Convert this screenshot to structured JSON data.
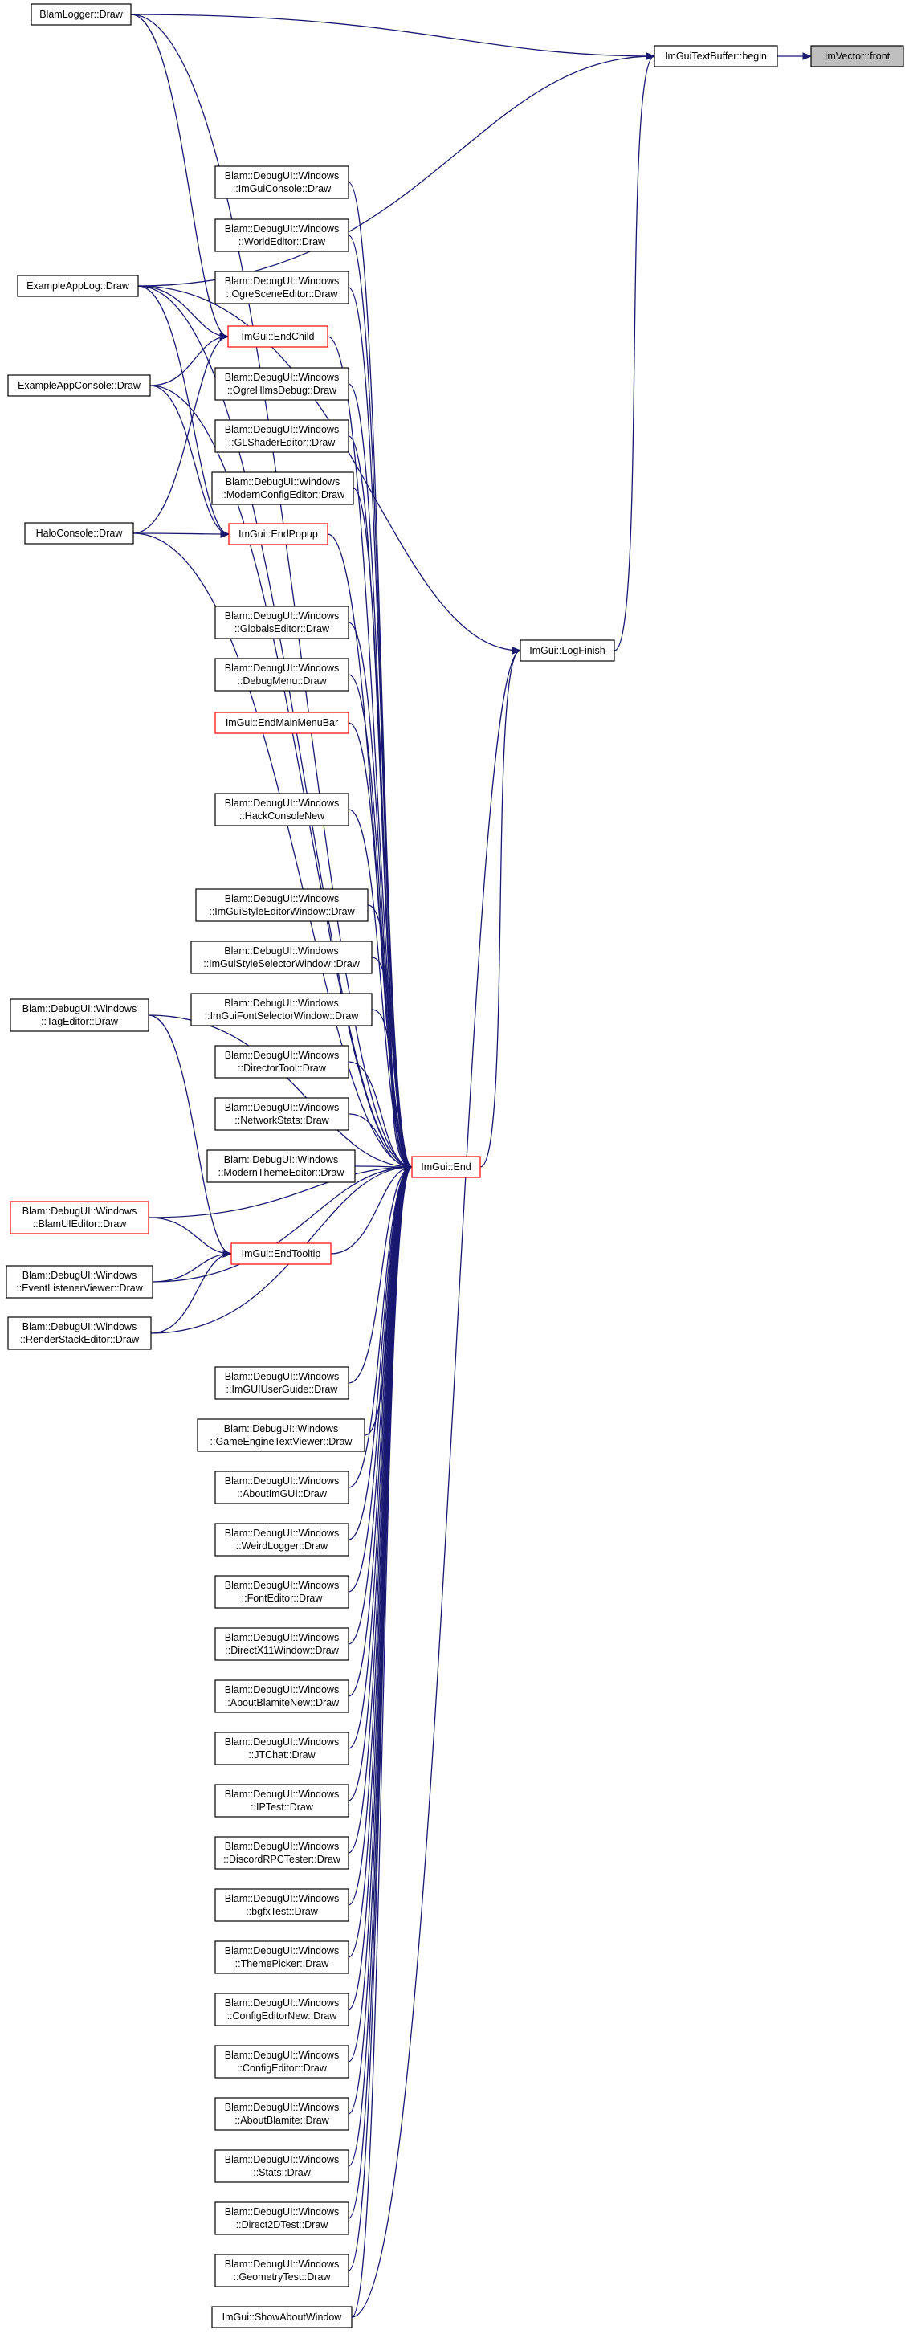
{
  "nodes": [
    {
      "id": "vecfront",
      "lines": [
        "ImVector::front"
      ],
      "style": "target"
    },
    {
      "id": "tbbegin",
      "lines": [
        "ImGuiTextBuffer::begin"
      ],
      "style": "normal"
    },
    {
      "id": "logfinish",
      "lines": [
        "ImGui::LogFinish"
      ],
      "style": "normal"
    },
    {
      "id": "end",
      "lines": [
        "ImGui::End"
      ],
      "style": "red"
    },
    {
      "id": "blamlogger",
      "lines": [
        "BlamLogger::Draw"
      ],
      "style": "normal"
    },
    {
      "id": "exapplog",
      "lines": [
        "ExampleAppLog::Draw"
      ],
      "style": "normal"
    },
    {
      "id": "exappconsole",
      "lines": [
        "ExampleAppConsole::Draw"
      ],
      "style": "normal"
    },
    {
      "id": "haloconsole",
      "lines": [
        "HaloConsole::Draw"
      ],
      "style": "normal"
    },
    {
      "id": "tageditor",
      "lines": [
        "Blam::DebugUI::Windows",
        "::TagEditor::Draw"
      ],
      "style": "normal"
    },
    {
      "id": "blamuieditor",
      "lines": [
        "Blam::DebugUI::Windows",
        "::BlamUIEditor::Draw"
      ],
      "style": "red"
    },
    {
      "id": "eventlistener",
      "lines": [
        "Blam::DebugUI::Windows",
        "::EventListenerViewer::Draw"
      ],
      "style": "normal"
    },
    {
      "id": "renderstack",
      "lines": [
        "Blam::DebugUI::Windows",
        "::RenderStackEditor::Draw"
      ],
      "style": "normal"
    },
    {
      "id": "imguiconsole",
      "lines": [
        "Blam::DebugUI::Windows",
        "::ImGuiConsole::Draw"
      ],
      "style": "normal"
    },
    {
      "id": "worldeditor",
      "lines": [
        "Blam::DebugUI::Windows",
        "::WorldEditor::Draw"
      ],
      "style": "normal"
    },
    {
      "id": "ogrescene",
      "lines": [
        "Blam::DebugUI::Windows",
        "::OgreSceneEditor::Draw"
      ],
      "style": "normal"
    },
    {
      "id": "endchild",
      "lines": [
        "ImGui::EndChild"
      ],
      "style": "red"
    },
    {
      "id": "ogrehlms",
      "lines": [
        "Blam::DebugUI::Windows",
        "::OgreHlmsDebug::Draw"
      ],
      "style": "normal"
    },
    {
      "id": "glshader",
      "lines": [
        "Blam::DebugUI::Windows",
        "::GLShaderEditor::Draw"
      ],
      "style": "normal"
    },
    {
      "id": "modernconfig",
      "lines": [
        "Blam::DebugUI::Windows",
        "::ModernConfigEditor::Draw"
      ],
      "style": "normal"
    },
    {
      "id": "endpopup",
      "lines": [
        "ImGui::EndPopup"
      ],
      "style": "red"
    },
    {
      "id": "globalseditor",
      "lines": [
        "Blam::DebugUI::Windows",
        "::GlobalsEditor::Draw"
      ],
      "style": "normal"
    },
    {
      "id": "debugmenu",
      "lines": [
        "Blam::DebugUI::Windows",
        "::DebugMenu::Draw"
      ],
      "style": "normal"
    },
    {
      "id": "endmainmenubar",
      "lines": [
        "ImGui::EndMainMenuBar"
      ],
      "style": "red"
    },
    {
      "id": "hackconsole",
      "lines": [
        "Blam::DebugUI::Windows",
        "::HackConsoleNew"
      ],
      "style": "normal"
    },
    {
      "id": "styleeditor",
      "lines": [
        "Blam::DebugUI::Windows",
        "::ImGuiStyleEditorWindow::Draw"
      ],
      "style": "normal"
    },
    {
      "id": "styleselector",
      "lines": [
        "Blam::DebugUI::Windows",
        "::ImGuiStyleSelectorWindow::Draw"
      ],
      "style": "normal"
    },
    {
      "id": "fontselector",
      "lines": [
        "Blam::DebugUI::Windows",
        "::ImGuiFontSelectorWindow::Draw"
      ],
      "style": "normal"
    },
    {
      "id": "directortool",
      "lines": [
        "Blam::DebugUI::Windows",
        "::DirectorTool::Draw"
      ],
      "style": "normal"
    },
    {
      "id": "networkstats",
      "lines": [
        "Blam::DebugUI::Windows",
        "::NetworkStats::Draw"
      ],
      "style": "normal"
    },
    {
      "id": "moderntheme",
      "lines": [
        "Blam::DebugUI::Windows",
        "::ModernThemeEditor::Draw"
      ],
      "style": "normal"
    },
    {
      "id": "endtooltip",
      "lines": [
        "ImGui::EndTooltip"
      ],
      "style": "red"
    },
    {
      "id": "userguide",
      "lines": [
        "Blam::DebugUI::Windows",
        "::ImGUIUserGuide::Draw"
      ],
      "style": "normal"
    },
    {
      "id": "gameengine",
      "lines": [
        "Blam::DebugUI::Windows",
        "::GameEngineTextViewer::Draw"
      ],
      "style": "normal"
    },
    {
      "id": "aboutimgui",
      "lines": [
        "Blam::DebugUI::Windows",
        "::AboutImGUI::Draw"
      ],
      "style": "normal"
    },
    {
      "id": "weirdlogger",
      "lines": [
        "Blam::DebugUI::Windows",
        "::WeirdLogger::Draw"
      ],
      "style": "normal"
    },
    {
      "id": "fonteditor",
      "lines": [
        "Blam::DebugUI::Windows",
        "::FontEditor::Draw"
      ],
      "style": "normal"
    },
    {
      "id": "directx11",
      "lines": [
        "Blam::DebugUI::Windows",
        "::DirectX11Window::Draw"
      ],
      "style": "normal"
    },
    {
      "id": "aboutblamitenew",
      "lines": [
        "Blam::DebugUI::Windows",
        "::AboutBlamiteNew::Draw"
      ],
      "style": "normal"
    },
    {
      "id": "jtchat",
      "lines": [
        "Blam::DebugUI::Windows",
        "::JTChat::Draw"
      ],
      "style": "normal"
    },
    {
      "id": "iptest",
      "lines": [
        "Blam::DebugUI::Windows",
        "::IPTest::Draw"
      ],
      "style": "normal"
    },
    {
      "id": "discordrpc",
      "lines": [
        "Blam::DebugUI::Windows",
        "::DiscordRPCTester::Draw"
      ],
      "style": "normal"
    },
    {
      "id": "bgfxtest",
      "lines": [
        "Blam::DebugUI::Windows",
        "::bgfxTest::Draw"
      ],
      "style": "normal"
    },
    {
      "id": "themepicker",
      "lines": [
        "Blam::DebugUI::Windows",
        "::ThemePicker::Draw"
      ],
      "style": "normal"
    },
    {
      "id": "configeditornew",
      "lines": [
        "Blam::DebugUI::Windows",
        "::ConfigEditorNew::Draw"
      ],
      "style": "normal"
    },
    {
      "id": "configeditor",
      "lines": [
        "Blam::DebugUI::Windows",
        "::ConfigEditor::Draw"
      ],
      "style": "normal"
    },
    {
      "id": "aboutblamite",
      "lines": [
        "Blam::DebugUI::Windows",
        "::AboutBlamite::Draw"
      ],
      "style": "normal"
    },
    {
      "id": "stats",
      "lines": [
        "Blam::DebugUI::Windows",
        "::Stats::Draw"
      ],
      "style": "normal"
    },
    {
      "id": "direct2d",
      "lines": [
        "Blam::DebugUI::Windows",
        "::Direct2DTest::Draw"
      ],
      "style": "normal"
    },
    {
      "id": "geometrytest",
      "lines": [
        "Blam::DebugUI::Windows",
        "::GeometryTest::Draw"
      ],
      "style": "normal"
    },
    {
      "id": "showabout",
      "lines": [
        "ImGui::ShowAboutWindow"
      ],
      "style": "normal"
    }
  ],
  "edges": [
    [
      "tbbegin",
      "vecfront"
    ],
    [
      "blamlogger",
      "tbbegin"
    ],
    [
      "exapplog",
      "tbbegin"
    ],
    [
      "logfinish",
      "tbbegin"
    ],
    [
      "end",
      "logfinish"
    ],
    [
      "exapplog",
      "logfinish"
    ],
    [
      "showabout",
      "logfinish"
    ],
    [
      "blamlogger",
      "end"
    ],
    [
      "exapplog",
      "end"
    ],
    [
      "exappconsole",
      "end"
    ],
    [
      "haloconsole",
      "end"
    ],
    [
      "tageditor",
      "end"
    ],
    [
      "blamuieditor",
      "end"
    ],
    [
      "eventlistener",
      "end"
    ],
    [
      "renderstack",
      "end"
    ],
    [
      "imguiconsole",
      "end"
    ],
    [
      "worldeditor",
      "end"
    ],
    [
      "ogrescene",
      "end"
    ],
    [
      "endchild",
      "end"
    ],
    [
      "ogrehlms",
      "end"
    ],
    [
      "glshader",
      "end"
    ],
    [
      "modernconfig",
      "end"
    ],
    [
      "endpopup",
      "end"
    ],
    [
      "globalseditor",
      "end"
    ],
    [
      "debugmenu",
      "end"
    ],
    [
      "endmainmenubar",
      "end"
    ],
    [
      "hackconsole",
      "end"
    ],
    [
      "styleeditor",
      "end"
    ],
    [
      "styleselector",
      "end"
    ],
    [
      "fontselector",
      "end"
    ],
    [
      "directortool",
      "end"
    ],
    [
      "networkstats",
      "end"
    ],
    [
      "moderntheme",
      "end"
    ],
    [
      "endtooltip",
      "end"
    ],
    [
      "userguide",
      "end"
    ],
    [
      "gameengine",
      "end"
    ],
    [
      "aboutimgui",
      "end"
    ],
    [
      "weirdlogger",
      "end"
    ],
    [
      "fonteditor",
      "end"
    ],
    [
      "directx11",
      "end"
    ],
    [
      "aboutblamitenew",
      "end"
    ],
    [
      "jtchat",
      "end"
    ],
    [
      "iptest",
      "end"
    ],
    [
      "discordrpc",
      "end"
    ],
    [
      "bgfxtest",
      "end"
    ],
    [
      "themepicker",
      "end"
    ],
    [
      "configeditornew",
      "end"
    ],
    [
      "configeditor",
      "end"
    ],
    [
      "aboutblamite",
      "end"
    ],
    [
      "stats",
      "end"
    ],
    [
      "direct2d",
      "end"
    ],
    [
      "geometrytest",
      "end"
    ],
    [
      "showabout",
      "end"
    ],
    [
      "blamlogger",
      "endchild"
    ],
    [
      "exapplog",
      "endchild"
    ],
    [
      "exappconsole",
      "endchild"
    ],
    [
      "haloconsole",
      "endchild"
    ],
    [
      "exapplog",
      "endpopup"
    ],
    [
      "exappconsole",
      "endpopup"
    ],
    [
      "haloconsole",
      "endpopup"
    ],
    [
      "tageditor",
      "endtooltip"
    ],
    [
      "blamuieditor",
      "endtooltip"
    ],
    [
      "eventlistener",
      "endtooltip"
    ],
    [
      "renderstack",
      "endtooltip"
    ]
  ],
  "colors": {
    "edge": "#191970",
    "node_border": "#000000",
    "highlight_border": "#ff0000",
    "target_fill": "#bfbfbf"
  }
}
